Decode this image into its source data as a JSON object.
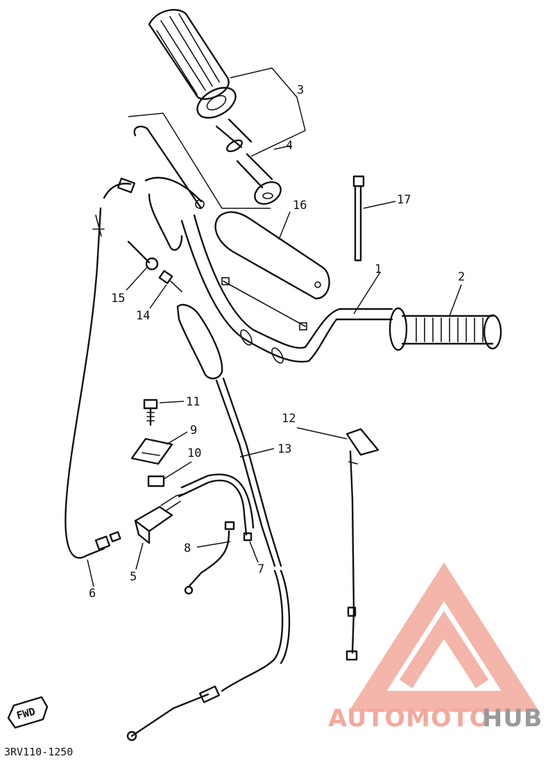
{
  "diagram": {
    "drawing_code": "3RV110-1250",
    "direction_tag": "FWD",
    "callouts": [
      {
        "id": "1",
        "label": "1"
      },
      {
        "id": "2",
        "label": "2"
      },
      {
        "id": "3",
        "label": "3"
      },
      {
        "id": "4",
        "label": "4"
      },
      {
        "id": "5",
        "label": "5"
      },
      {
        "id": "6",
        "label": "6"
      },
      {
        "id": "7",
        "label": "7"
      },
      {
        "id": "8",
        "label": "8"
      },
      {
        "id": "9",
        "label": "9"
      },
      {
        "id": "10",
        "label": "10"
      },
      {
        "id": "11",
        "label": "11"
      },
      {
        "id": "12",
        "label": "12"
      },
      {
        "id": "13",
        "label": "13"
      },
      {
        "id": "14",
        "label": "14"
      },
      {
        "id": "15",
        "label": "15"
      },
      {
        "id": "16",
        "label": "16"
      },
      {
        "id": "17",
        "label": "17"
      }
    ]
  },
  "watermark": {
    "text_part1": "AUTOMOTO",
    "text_part2": "HUB",
    "color_primary": "#f3a99c",
    "color_secondary": "#9a9a9a"
  }
}
